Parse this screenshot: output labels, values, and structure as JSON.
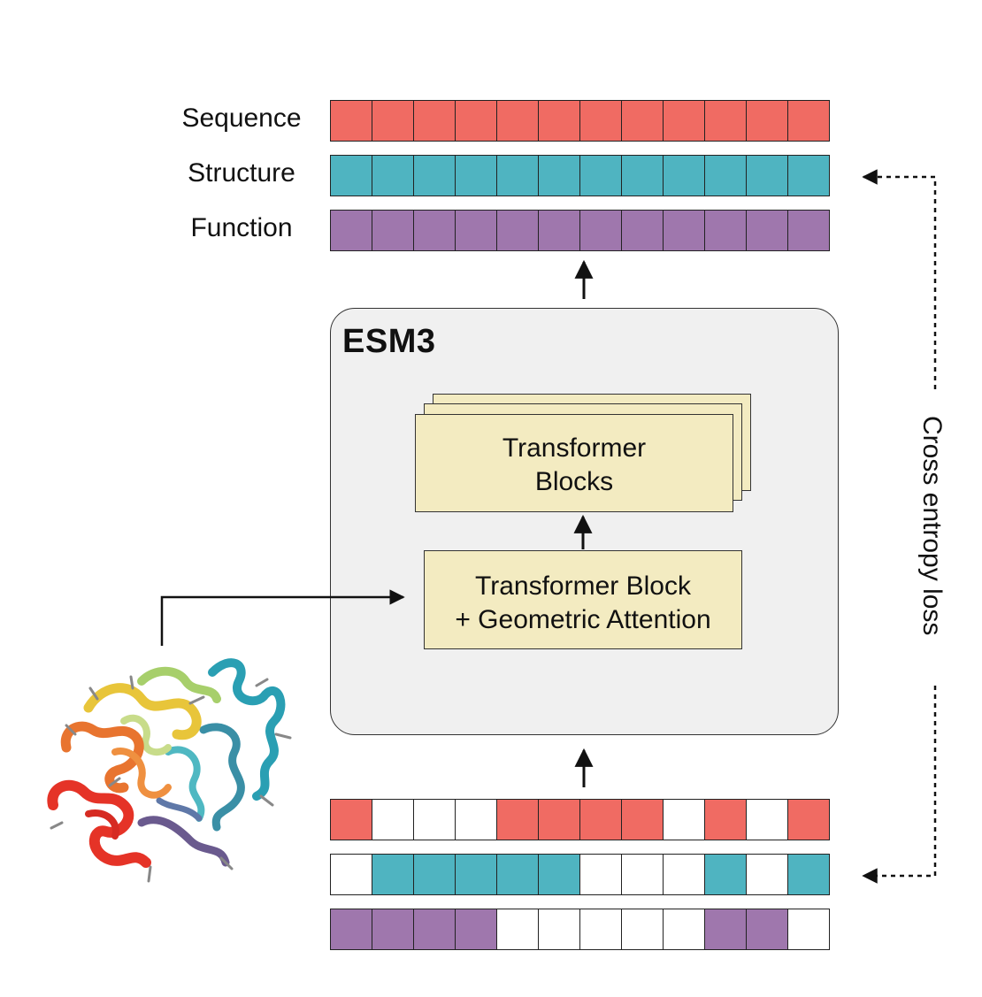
{
  "colors": {
    "sequence": "#f06b63",
    "structure": "#4fb4c1",
    "function": "#9f77ad",
    "empty": "#ffffff",
    "block_fill": "#f3ebc1",
    "esm_fill": "#f0f0f0"
  },
  "output_tracks": {
    "sequence_label": "Sequence",
    "structure_label": "Structure",
    "function_label": "Function",
    "sequence": [
      1,
      1,
      1,
      1,
      1,
      1,
      1,
      1,
      1,
      1,
      1,
      1
    ],
    "structure": [
      1,
      1,
      1,
      1,
      1,
      1,
      1,
      1,
      1,
      1,
      1,
      1
    ],
    "function": [
      1,
      1,
      1,
      1,
      1,
      1,
      1,
      1,
      1,
      1,
      1,
      1
    ]
  },
  "input_tracks": {
    "sequence": [
      1,
      0,
      0,
      0,
      1,
      1,
      1,
      1,
      0,
      1,
      0,
      1
    ],
    "structure": [
      0,
      1,
      1,
      1,
      1,
      1,
      0,
      0,
      0,
      1,
      0,
      1
    ],
    "function": [
      1,
      1,
      1,
      1,
      0,
      0,
      0,
      0,
      0,
      1,
      1,
      0
    ]
  },
  "model": {
    "title": "ESM3",
    "stacked_block_line1": "Transformer",
    "stacked_block_line2": "Blocks",
    "geo_block_line1": "Transformer Block",
    "geo_block_line2": "+ Geometric Attention"
  },
  "loss_label": "Cross entropy loss",
  "protein_icon": "protein-ribbon-structure"
}
